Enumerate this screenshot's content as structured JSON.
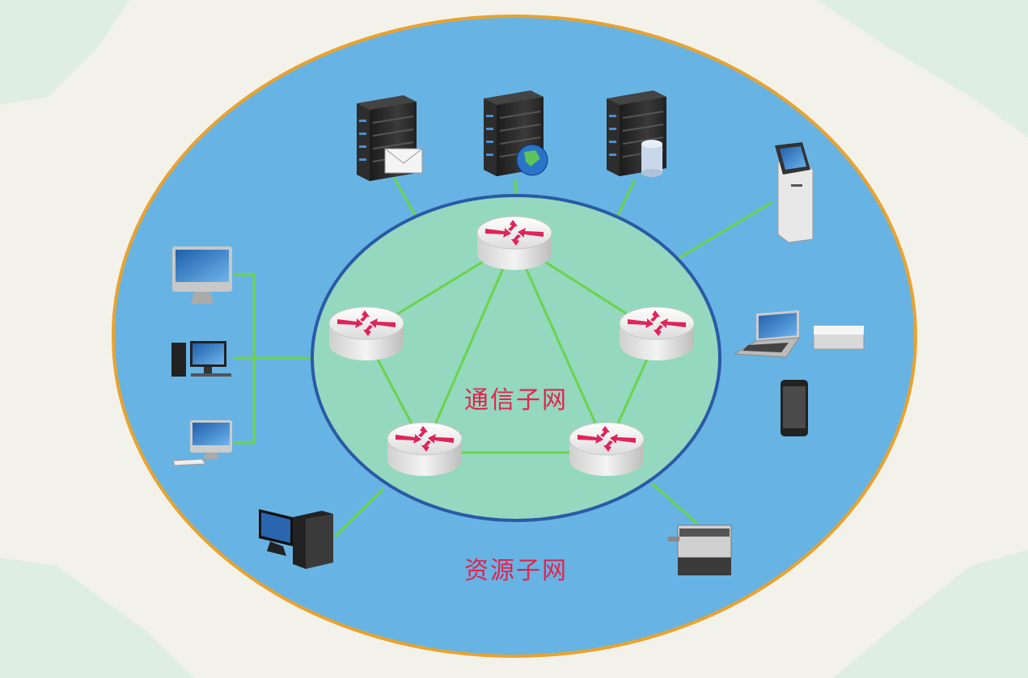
{
  "labels": {
    "communication_subnet": "通信子网",
    "resource_subnet": "资源子网"
  },
  "colors": {
    "background": "#f3f2ea",
    "outer_fill": "#67b4e4",
    "outer_border": "#e9a22e",
    "inner_fill": "#94d8bf",
    "inner_border": "#2a5aa6",
    "link": "#6cd34a",
    "label": "#e3234e",
    "router_arrow": "#e0245a"
  },
  "nodes": {
    "routers": [
      "router-top",
      "router-left",
      "router-right",
      "router-bottom-left",
      "router-bottom-right"
    ],
    "devices": [
      "mail-server",
      "web-server",
      "database-server",
      "kiosk",
      "laptop",
      "mac-mini",
      "smartphone",
      "printer",
      "desktop-pc",
      "imac",
      "pc-tower-monitor",
      "imac-keyboard"
    ]
  }
}
